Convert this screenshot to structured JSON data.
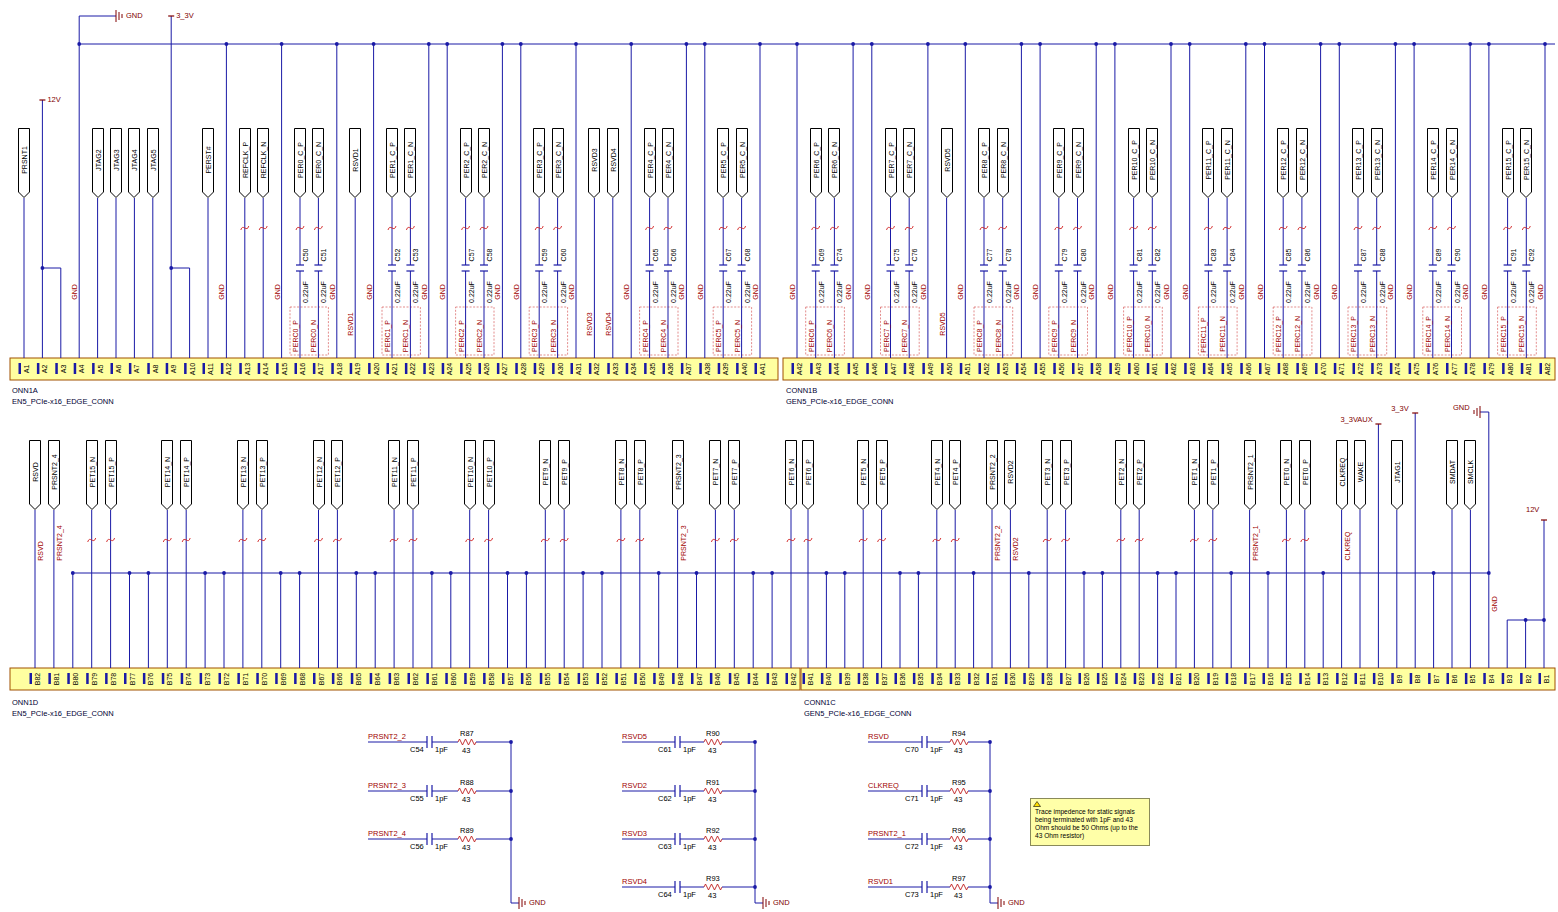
{
  "diagram": {
    "nodes": [
      {
        "text": [
          "PRSNT1"
        ]
      },
      {
        "text": [
          "JTAG2"
        ]
      },
      {
        "text": [
          "JTAG3"
        ]
      },
      {
        "text": [
          "JTAG4"
        ]
      },
      {
        "text": [
          "JTAG5"
        ]
      },
      {
        "text": [
          "PERST#"
        ]
      },
      {
        "text": [
          "REFCLK_P"
        ]
      },
      {
        "text": [
          "REFCLK_N"
        ]
      },
      {
        "text": [
          "PER0_C_P"
        ]
      },
      {
        "text": [
          "PER0_C_N"
        ]
      },
      {
        "text": [
          "RSVD1"
        ]
      },
      {
        "text": [
          "PER1_C_P"
        ]
      },
      {
        "text": [
          "PER1_C_N"
        ]
      },
      {
        "text": [
          "PER2_C_P"
        ]
      },
      {
        "text": [
          "PER2_C_N"
        ]
      },
      {
        "text": [
          "PER3_C_P"
        ]
      },
      {
        "text": [
          "PER3_C_N"
        ]
      },
      {
        "text": [
          "RSVD3"
        ]
      },
      {
        "text": [
          "RSVD4"
        ]
      },
      {
        "text": [
          "PER4_C_P"
        ]
      },
      {
        "text": [
          "PER4_C_N"
        ]
      },
      {
        "text": [
          "PER5_C_P"
        ]
      },
      {
        "text": [
          "PER5_C_N"
        ]
      },
      {
        "text": [
          "PER6_C_P"
        ]
      },
      {
        "text": [
          "PER6_C_N"
        ]
      },
      {
        "text": [
          "PER7_C_P"
        ]
      },
      {
        "text": [
          "PER7_C_N"
        ]
      },
      {
        "text": [
          "RSVD5"
        ]
      },
      {
        "text": [
          "PER8_C_P"
        ]
      },
      {
        "text": [
          "PER8_C_N"
        ]
      },
      {
        "text": [
          "PER9_C_P"
        ]
      },
      {
        "text": [
          "PER9_C_N"
        ]
      },
      {
        "text": [
          "PER10_C_P"
        ]
      },
      {
        "text": [
          "PER10_C_N"
        ]
      },
      {
        "text": [
          "PER11_C_P"
        ]
      },
      {
        "text": [
          "PER11_C_N"
        ]
      },
      {
        "text": [
          "PER12_C_P"
        ]
      },
      {
        "text": [
          "PER12_C_N"
        ]
      },
      {
        "text": [
          "PER13_C_P"
        ]
      },
      {
        "text": [
          "PER13_C_N"
        ]
      },
      {
        "text": [
          "PER14_C_P"
        ]
      },
      {
        "text": [
          "PER14_C_N"
        ]
      },
      {
        "text": [
          "PER15_C_P"
        ]
      },
      {
        "text": [
          "PER15_C_N"
        ]
      },
      {
        "text": [
          "RSVD"
        ]
      },
      {
        "text": [
          "PRSNT2_4"
        ]
      },
      {
        "text": [
          "PET15_N"
        ]
      },
      {
        "text": [
          "PET15_P"
        ]
      },
      {
        "text": [
          "PET14_N"
        ]
      },
      {
        "text": [
          "PET14_P"
        ]
      },
      {
        "text": [
          "PET13_N"
        ]
      },
      {
        "text": [
          "PET13_P"
        ]
      },
      {
        "text": [
          "PET12_N"
        ]
      },
      {
        "text": [
          "PET12_P"
        ]
      },
      {
        "text": [
          "PET11_N"
        ]
      },
      {
        "text": [
          "PET11_P"
        ]
      },
      {
        "text": [
          "PET10_N"
        ]
      },
      {
        "text": [
          "PET10_P"
        ]
      },
      {
        "text": [
          "PET9_N"
        ]
      },
      {
        "text": [
          "PET9_P"
        ]
      },
      {
        "text": [
          "PET8_N"
        ]
      },
      {
        "text": [
          "PET8_P"
        ]
      },
      {
        "text": [
          "PRSNT2_3"
        ]
      },
      {
        "text": [
          "PET7_N"
        ]
      },
      {
        "text": [
          "PET7_P"
        ]
      },
      {
        "text": [
          "PET6_N"
        ]
      },
      {
        "text": [
          "PET6_P"
        ]
      },
      {
        "text": [
          "PET5_N"
        ]
      },
      {
        "text": [
          "PET5_P"
        ]
      },
      {
        "text": [
          "PET4_N"
        ]
      },
      {
        "text": [
          "PET4_P"
        ]
      },
      {
        "text": [
          "PRSNT2_2"
        ]
      },
      {
        "text": [
          "RSVD2"
        ]
      },
      {
        "text": [
          "PET3_N"
        ]
      },
      {
        "text": [
          "PET3_P"
        ]
      },
      {
        "text": [
          "PET2_N"
        ]
      },
      {
        "text": [
          "PET2_P"
        ]
      },
      {
        "text": [
          "PET1_N"
        ]
      },
      {
        "text": [
          "PET1_P"
        ]
      },
      {
        "text": [
          "PRSNT2_1"
        ]
      },
      {
        "text": [
          "PET0_N"
        ]
      },
      {
        "text": [
          "PET0_P"
        ]
      },
      {
        "text": [
          "CLKREQ"
        ]
      },
      {
        "text": [
          "WAKE"
        ]
      },
      {
        "text": [
          "JTAG1"
        ]
      },
      {
        "text": [
          "SMDAT"
        ]
      },
      {
        "text": [
          "SMCLK"
        ]
      },
      {
        "text": [
          "Trace impedence for static signals being terminated with 1pF and 43 Ohm should be 50 Ohms (up to the 43 Ohm resistor)"
        ]
      }
    ],
    "labels": [
      "A1",
      "A2",
      "A3",
      "A4",
      "A5",
      "A6",
      "A7",
      "A8",
      "A9",
      "A10",
      "A11",
      "A12",
      "A13",
      "A14",
      "A15",
      "A16",
      "A17",
      "A18",
      "A19",
      "A20",
      "A21",
      "A22",
      "A23",
      "A24",
      "A25",
      "A26",
      "A27",
      "A28",
      "A29",
      "A30",
      "A31",
      "A32",
      "A33",
      "A34",
      "A35",
      "A36",
      "A37",
      "A38",
      "A39",
      "A40",
      "A41",
      "A42",
      "A43",
      "A44",
      "A45",
      "A46",
      "A47",
      "A48",
      "A49",
      "A50",
      "A51",
      "A52",
      "A53",
      "A54",
      "A55",
      "A56",
      "A57",
      "A58",
      "A59",
      "A60",
      "A61",
      "A62",
      "A63",
      "A64",
      "A65",
      "A66",
      "A67",
      "A68",
      "A69",
      "A70",
      "A71",
      "A72",
      "A73",
      "A74",
      "A75",
      "A76",
      "A77",
      "A78",
      "A79",
      "A80",
      "A81",
      "A82",
      "B1",
      "B2",
      "B3",
      "B4",
      "B5",
      "B6",
      "B7",
      "B8",
      "B9",
      "B10",
      "B11",
      "B12",
      "B13",
      "B14",
      "B15",
      "B16",
      "B17",
      "B18",
      "B19",
      "B20",
      "B21",
      "B22",
      "B23",
      "B24",
      "B25",
      "B26",
      "B27",
      "B28",
      "B29",
      "B30",
      "B31",
      "B32",
      "B33",
      "B34",
      "B35",
      "B36",
      "B37",
      "B38",
      "B39",
      "B40",
      "B41",
      "B42",
      "B43",
      "B44",
      "B45",
      "B46",
      "B47",
      "B48",
      "B49",
      "B50",
      "B51",
      "B52",
      "B53",
      "B54",
      "B55",
      "B56",
      "B57",
      "B58",
      "B59",
      "B60",
      "B61",
      "B62",
      "B63",
      "B64",
      "B65",
      "B66",
      "B67",
      "B68",
      "B69",
      "B70",
      "B71",
      "B72",
      "B73",
      "B74",
      "B75",
      "B76",
      "B77",
      "B78",
      "B79",
      "B80",
      "B81",
      "B82",
      "ONN1A",
      "EN5_PCIe-x16_EDGE_CONN",
      "CONN1B",
      "GEN5_PCIe-x16_EDGE_CONN",
      "ONN1D",
      "EN5_PCIe-x16_EDGE_CONN",
      "CONN1C",
      "GEN5_PCIe-x16_EDGE_CONN",
      "GND",
      "3_3V",
      "12V",
      "3_3VAUX",
      "3_3V",
      "GND",
      "12V",
      "GND",
      "GND",
      "GND",
      "GND",
      "GND",
      "GND",
      "GND",
      "GND",
      "GND",
      "GND",
      "GND",
      "GND",
      "GND",
      "GND",
      "GND",
      "GND",
      "GND",
      "GND",
      "GND",
      "GND",
      "GND",
      "GND",
      "GND",
      "GND",
      "GND",
      "GND",
      "GND",
      "GND",
      "GND",
      "GND",
      "GND",
      "GND",
      "GND",
      "GND",
      "RSVD1",
      "RSVD3",
      "RSVD4",
      "RSVD5",
      "C50",
      "C51",
      "0.22uF",
      "0.22uF",
      "PERC0_P",
      "PERC0_N",
      "C52",
      "C53",
      "0.22uF",
      "0.22uF",
      "PERC1_P",
      "PERC1_N",
      "C57",
      "C58",
      "0.22uF",
      "0.22uF",
      "PERC2_P",
      "PERC2_N",
      "C59",
      "C60",
      "0.22uF",
      "0.22uF",
      "PERC3_P",
      "PERC3_N",
      "C65",
      "C66",
      "0.22uF",
      "0.22uF",
      "PERC4_P",
      "PERC4_N",
      "C67",
      "C68",
      "0.22uF",
      "0.22uF",
      "PERC5_P",
      "PERC5_N",
      "C69",
      "C74",
      "0.22uF",
      "0.22uF",
      "PERC6_P",
      "PERC6_N",
      "C75",
      "C76",
      "0.22uF",
      "0.22uF",
      "PERC7_P",
      "PERC7_N",
      "C77",
      "C78",
      "0.22uF",
      "0.22uF",
      "PERC8_P",
      "PERC8_N",
      "C79",
      "C80",
      "0.22uF",
      "0.22uF",
      "PERC9_P",
      "PERC9_N",
      "C81",
      "C82",
      "0.22uF",
      "0.22uF",
      "PERC10_P",
      "PERC10_N",
      "C83",
      "C84",
      "0.22uF",
      "0.22uF",
      "PERC11_P",
      "PERC11_N",
      "C85",
      "C86",
      "0.22uF",
      "0.22uF",
      "PERC12_P",
      "PERC12_N",
      "C87",
      "C88",
      "0.22uF",
      "0.22uF",
      "PERC13_P",
      "PERC13_N",
      "C89",
      "C90",
      "0.22uF",
      "0.22uF",
      "PERC14_P",
      "PERC14_N",
      "C91",
      "C92",
      "0.22uF",
      "0.22uF",
      "PERC15_P",
      "PERC15_N",
      "RSVD",
      "PRSNT2_4",
      "PRSNT2_3",
      "PRSNT2_2",
      "RSVD2",
      "PRSNT2_1",
      "CLKREQ",
      "GND",
      "PRSNT2_2",
      "C54",
      "1pF",
      "R87",
      "43",
      "PRSNT2_3",
      "C55",
      "1pF",
      "R88",
      "43",
      "PRSNT2_4",
      "C56",
      "1pF",
      "R89",
      "43",
      "RSVD5",
      "C61",
      "1pF",
      "R90",
      "43",
      "RSVD2",
      "C62",
      "1pF",
      "R91",
      "43",
      "RSVD3",
      "C63",
      "1pF",
      "R92",
      "43",
      "RSVD4",
      "C64",
      "1pF",
      "R93",
      "43",
      "RSVD",
      "C70",
      "1pF",
      "R94",
      "43",
      "CLKREQ",
      "C71",
      "1pF",
      "R95",
      "43",
      "PRSNT2_1",
      "C72",
      "1pF",
      "R96",
      "43",
      "RSVD1",
      "C73",
      "1pF",
      "R97",
      "43",
      "GND",
      "GND",
      "GND"
    ]
  }
}
